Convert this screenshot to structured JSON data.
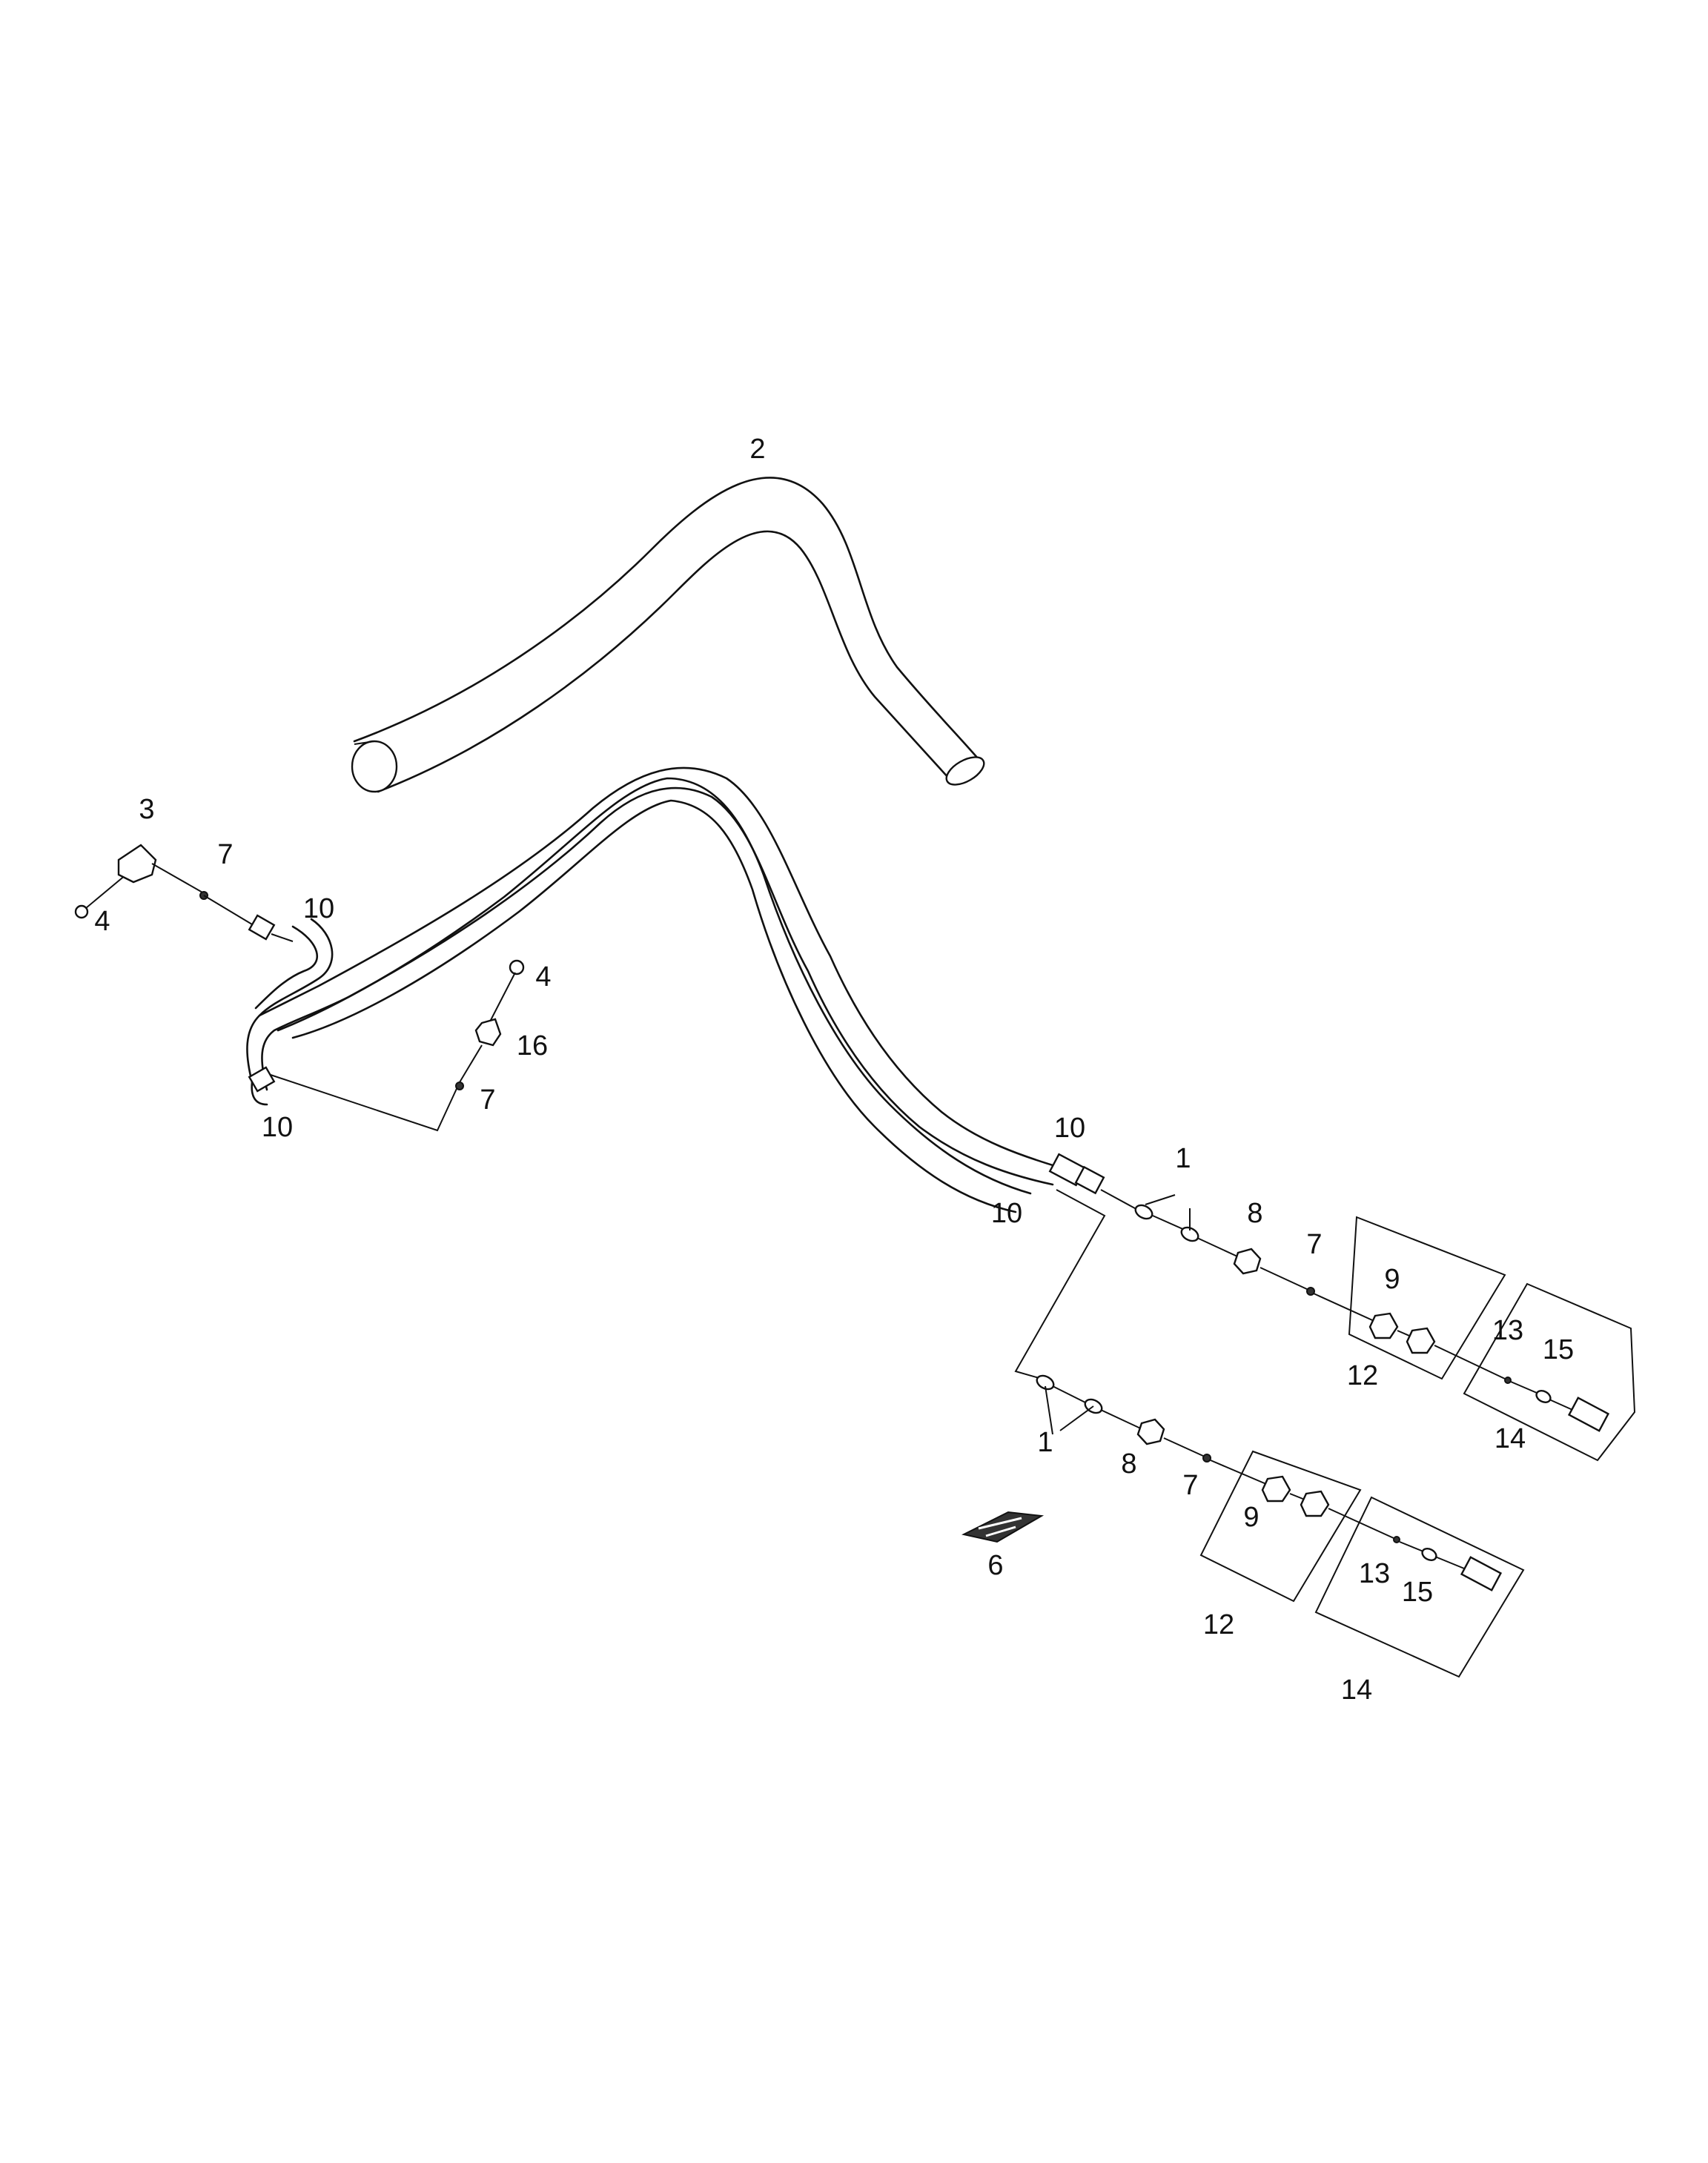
{
  "callouts": {
    "c1a": "1",
    "c1b": "1",
    "c2": "2",
    "c3": "3",
    "c4a": "4",
    "c4b": "4",
    "c6": "6",
    "c7a": "7",
    "c7b": "7",
    "c7c": "7",
    "c7d": "7",
    "c8a": "8",
    "c8b": "8",
    "c9a": "9",
    "c9b": "9",
    "c10a": "10",
    "c10b": "10",
    "c10c": "10",
    "c10d": "10",
    "c12a": "12",
    "c12b": "12",
    "c13a": "13",
    "c13b": "13",
    "c14a": "14",
    "c14b": "14",
    "c15a": "15",
    "c15b": "15",
    "c16": "16"
  }
}
